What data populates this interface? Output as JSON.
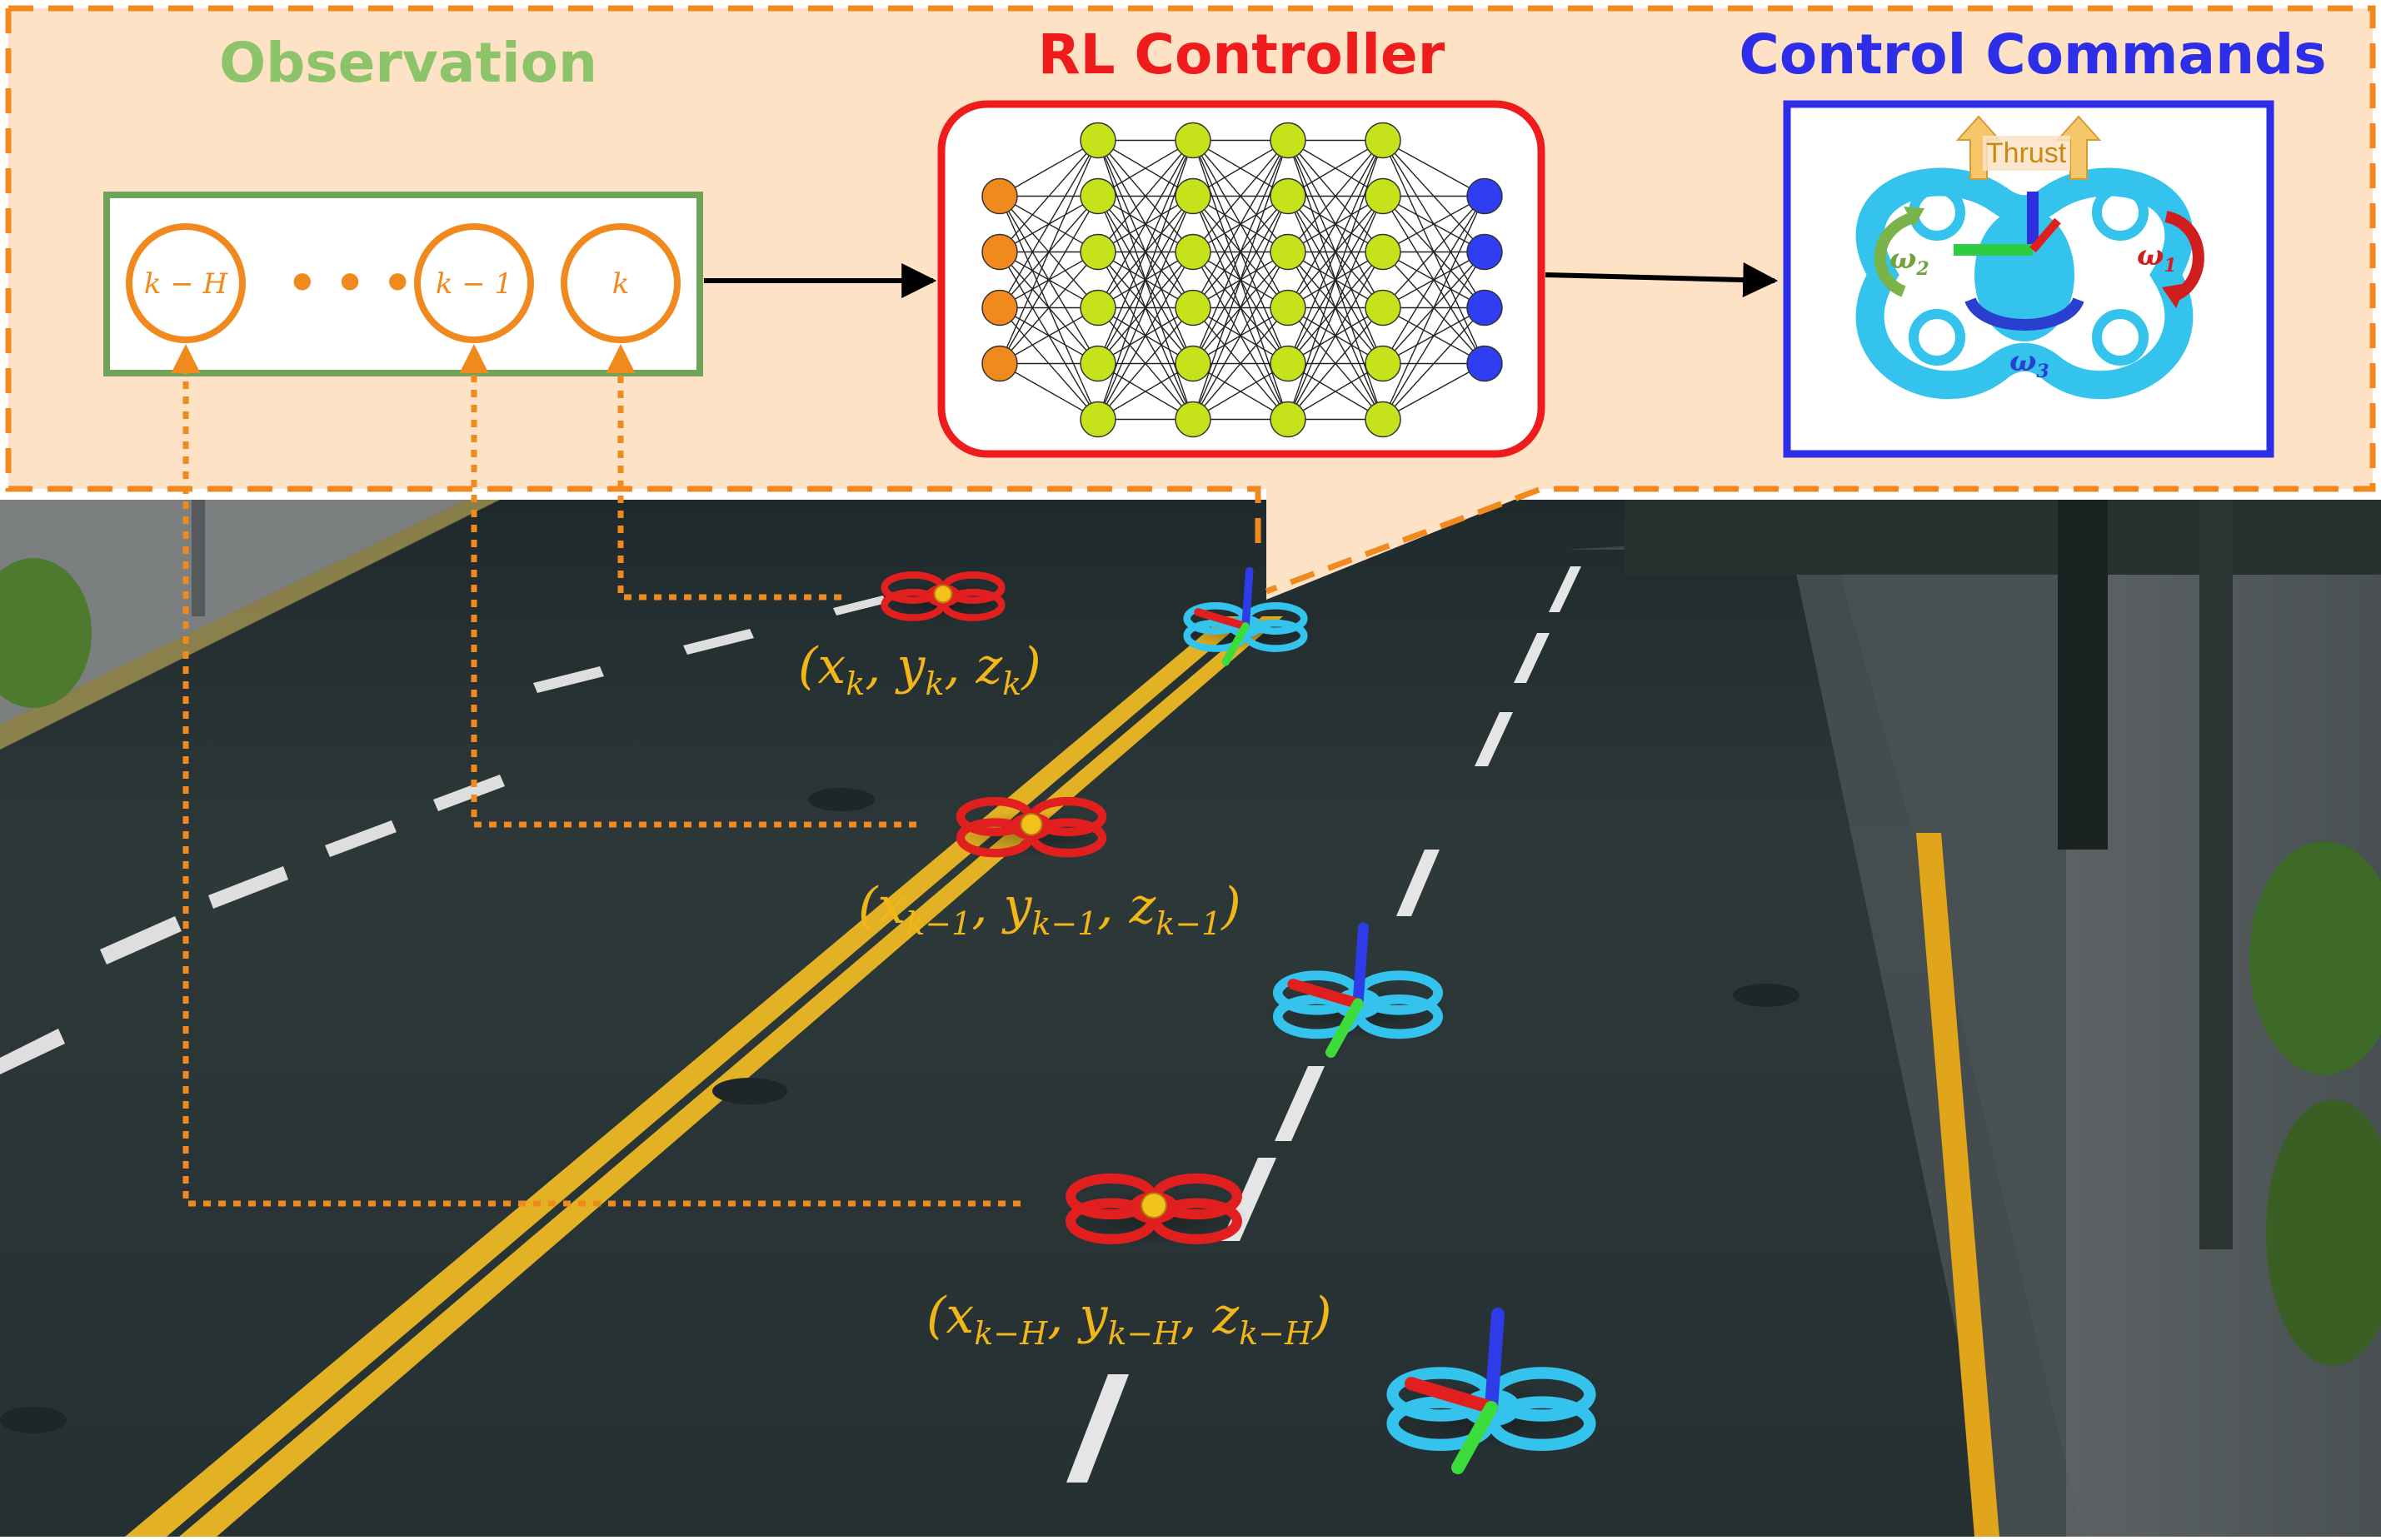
{
  "titles": {
    "observation": "Observation",
    "controller": "RL Controller",
    "commands": "Control Commands"
  },
  "observation_nodes": {
    "first": "k − H",
    "mid": "k − 1",
    "last": "k",
    "ellipsis": "• • •"
  },
  "command_labels": {
    "thrust": "Thrust",
    "omega1": "ω",
    "omega1_sub": "1",
    "omega2": "ω",
    "omega2_sub": "2",
    "omega3": "ω",
    "omega3_sub": "3"
  },
  "positions": {
    "k": {
      "x": "x",
      "y": "y",
      "z": "z",
      "sub": "k"
    },
    "k_minus_1": {
      "x": "x",
      "y": "y",
      "z": "z",
      "sub": "k−1"
    },
    "k_minus_H": {
      "x": "x",
      "y": "y",
      "z": "z",
      "sub": "k−H"
    }
  },
  "colors": {
    "panel_bg": "#fde2c6",
    "orange": "#f08a1f",
    "green_title": "#8dc46a",
    "green_box": "#6fa35a",
    "red": "#ee1c1c",
    "blue": "#2e2ee8",
    "lime": "#c6e21a",
    "node_blue": "#2f3ef2",
    "gold_text": "#f2b618",
    "drone_blue": "#34c3ec",
    "drone_red": "#e11f1f",
    "road": "#2c3739"
  }
}
